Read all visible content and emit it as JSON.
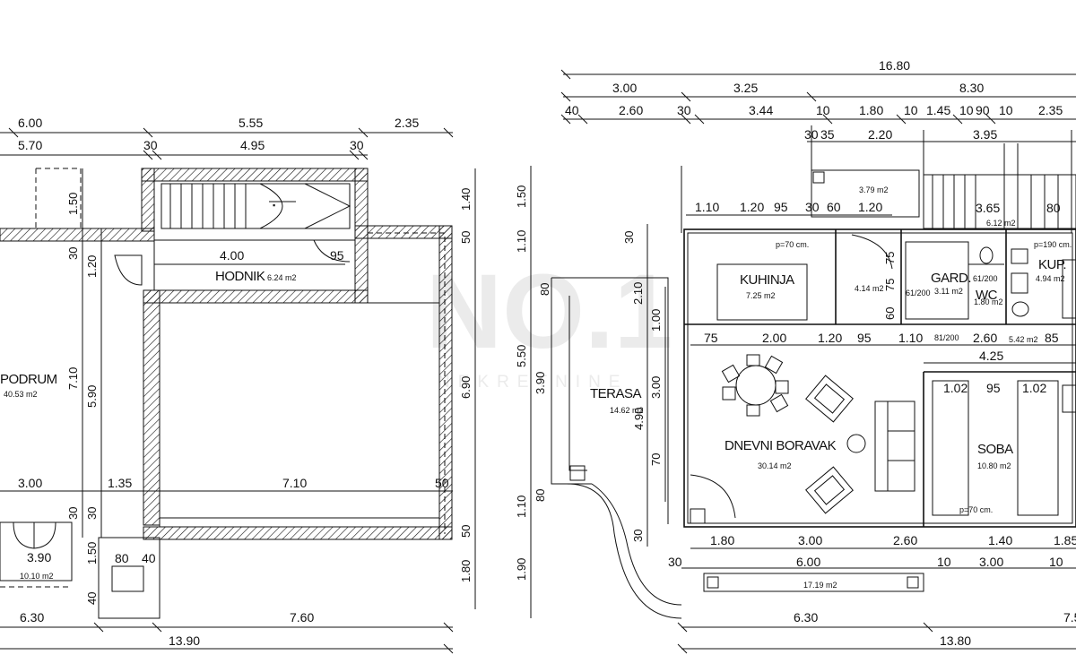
{
  "left_plan": {
    "top_dims_row1": [
      "6.00",
      "5.55",
      "2.35"
    ],
    "top_dims_row2": [
      "5.70",
      "30",
      "4.95",
      "30"
    ],
    "left_vert_dims": [
      "1.50",
      "30",
      "1.20",
      "7.10",
      "5.90",
      "30",
      "30",
      "1.50",
      "40"
    ],
    "right_vert_dims": [
      "1.40",
      "50",
      "6.90",
      "50",
      "1.80"
    ],
    "inner_dims": [
      "4.00",
      "95",
      "3.00",
      "1.35",
      "7.10",
      "50",
      "3.90",
      "80",
      "40"
    ],
    "bottom_dims_row1": [
      "6.30",
      "7.60"
    ],
    "bottom_dims_row2": [
      "13.90"
    ],
    "rooms": [
      {
        "name": "HODNIK",
        "area": "6.24 m2"
      },
      {
        "name": "PODRUM",
        "area": "40.53 m2"
      },
      {
        "name": "",
        "area": "10.10 m2"
      }
    ]
  },
  "right_plan": {
    "top_dims_row1": [
      "16.80"
    ],
    "top_dims_row2": [
      "3.00",
      "3.25",
      "8.30"
    ],
    "top_dims_row3": [
      "40",
      "2.60",
      "30",
      "3.44",
      "10",
      "1.80",
      "10",
      "1.45",
      "10",
      "90",
      "10",
      "2.35"
    ],
    "top_dims_row4": [
      "30",
      "35",
      "2.20",
      "3.95"
    ],
    "inner_top_dims": [
      "1.10",
      "1.20",
      "95",
      "30",
      "60",
      "1.20"
    ],
    "left_vert_dims": [
      "1.50",
      "1.10",
      "5.50",
      "3.90",
      "4.90",
      "80",
      "1.10",
      "1.90"
    ],
    "inner_vert_dims": [
      "30",
      "80",
      "2.10",
      "1.00",
      "3.00",
      "70",
      "30",
      "75",
      "75",
      "60"
    ],
    "mid_dims": [
      "75",
      "2.00",
      "1.20",
      "95",
      "1.10",
      "2.60",
      "85",
      "4.25",
      "1.02",
      "95",
      "1.02"
    ],
    "bottom_inner_dims": [
      "1.80",
      "3.00",
      "2.60",
      "1.40",
      "1.85",
      "30",
      "6.00",
      "10",
      "3.00",
      "10"
    ],
    "bottom_dims_row1": [
      "6.30",
      "7.5"
    ],
    "bottom_dims_row2": [
      "13.80"
    ],
    "small_labels": [
      "p=70 cm.",
      "p=190 cm.",
      "61/200",
      "61/200",
      "81/200",
      "61/200",
      "p=70 cm.",
      "3.65",
      "80"
    ],
    "rooms": [
      {
        "name": "KUHINJA",
        "area": "7.25 m2"
      },
      {
        "name": "",
        "area": "4.14 m2"
      },
      {
        "name": "GARD.",
        "area": "3.11 m2"
      },
      {
        "name": "WC",
        "area": "1.80 m2"
      },
      {
        "name": "KUP.",
        "area": "4.94 m2"
      },
      {
        "name": "",
        "area": "3.79 m2"
      },
      {
        "name": "",
        "area": "6.12 m2"
      },
      {
        "name": "TERASA",
        "area": "14.62 m2"
      },
      {
        "name": "DNEVNI BORAVAK",
        "area": "30.14 m2"
      },
      {
        "name": "SOBA",
        "area": "10.80 m2"
      },
      {
        "name": "",
        "area": "5.42 m2"
      },
      {
        "name": "",
        "area": "17.19 m2"
      }
    ]
  },
  "watermark": {
    "main": "NO.1",
    "sub": "NEKRETNINE"
  }
}
